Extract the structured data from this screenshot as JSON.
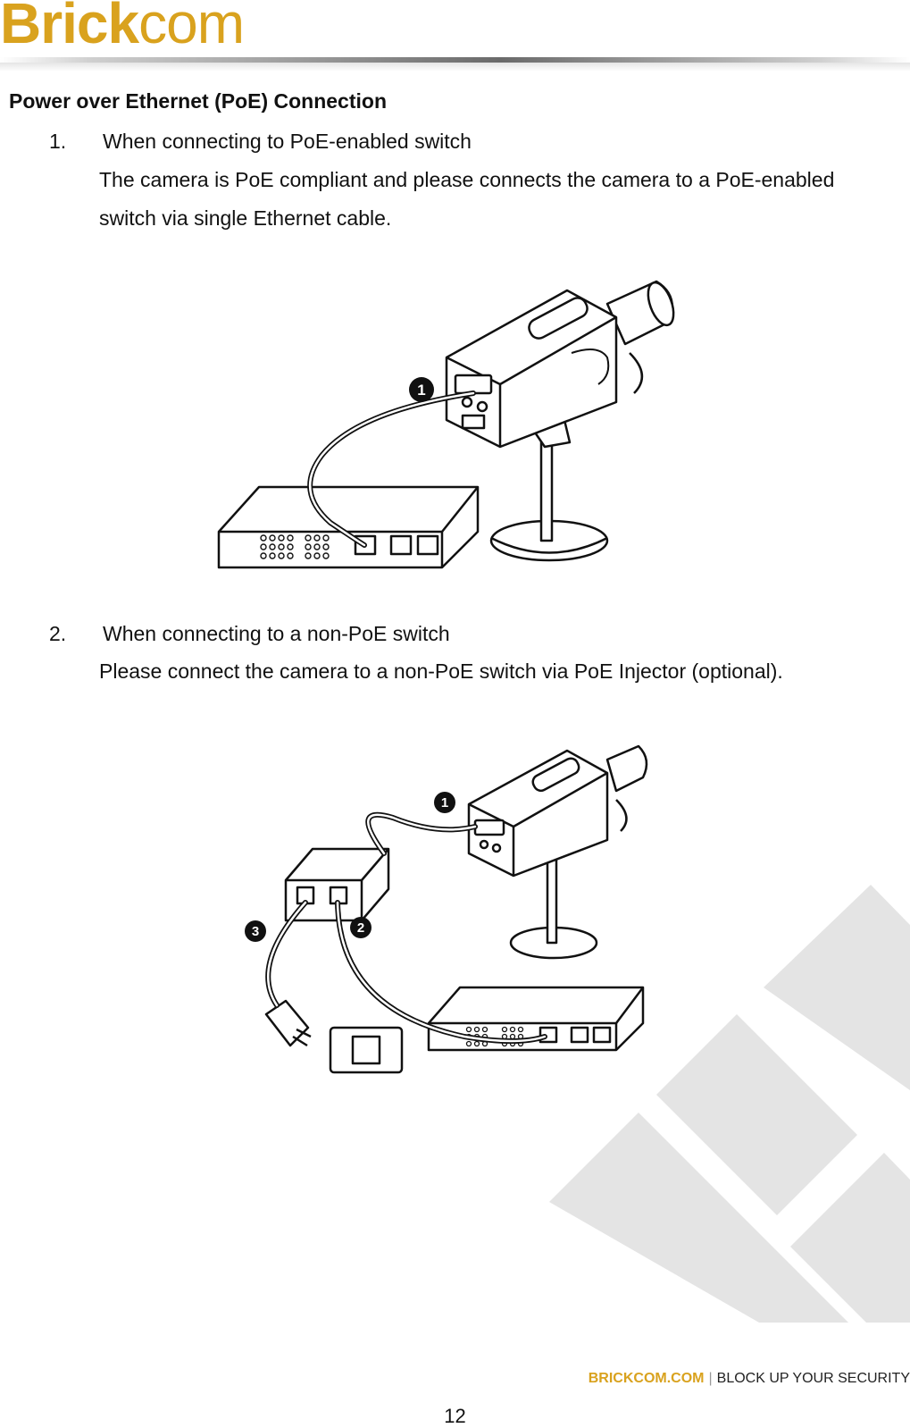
{
  "header": {
    "logo_brick": "Brick",
    "logo_com": "com"
  },
  "section_title": "Power over Ethernet (PoE) Connection",
  "items": [
    {
      "number": "1.",
      "heading": "When connecting to PoE-enabled switch",
      "text_line1": "The camera is PoE compliant and please connects the camera to a PoE-enabled",
      "text_line2": "switch via single Ethernet cable."
    },
    {
      "number": "2.",
      "heading": "When connecting to a non-PoE switch",
      "text_line1": "Please connect the camera to a non-PoE switch via PoE Injector (optional)."
    }
  ],
  "diagram1": {
    "callouts": [
      "1"
    ]
  },
  "diagram2": {
    "callouts": [
      "1",
      "2",
      "3"
    ]
  },
  "footer": {
    "site": "BRICKCOM.COM",
    "separator": "|",
    "tagline": "BLOCK UP YOUR SECURITY",
    "page_number": "12"
  },
  "colors": {
    "brand": "#d9a21e",
    "text": "#111111",
    "watermark": "#e4e4e4"
  }
}
